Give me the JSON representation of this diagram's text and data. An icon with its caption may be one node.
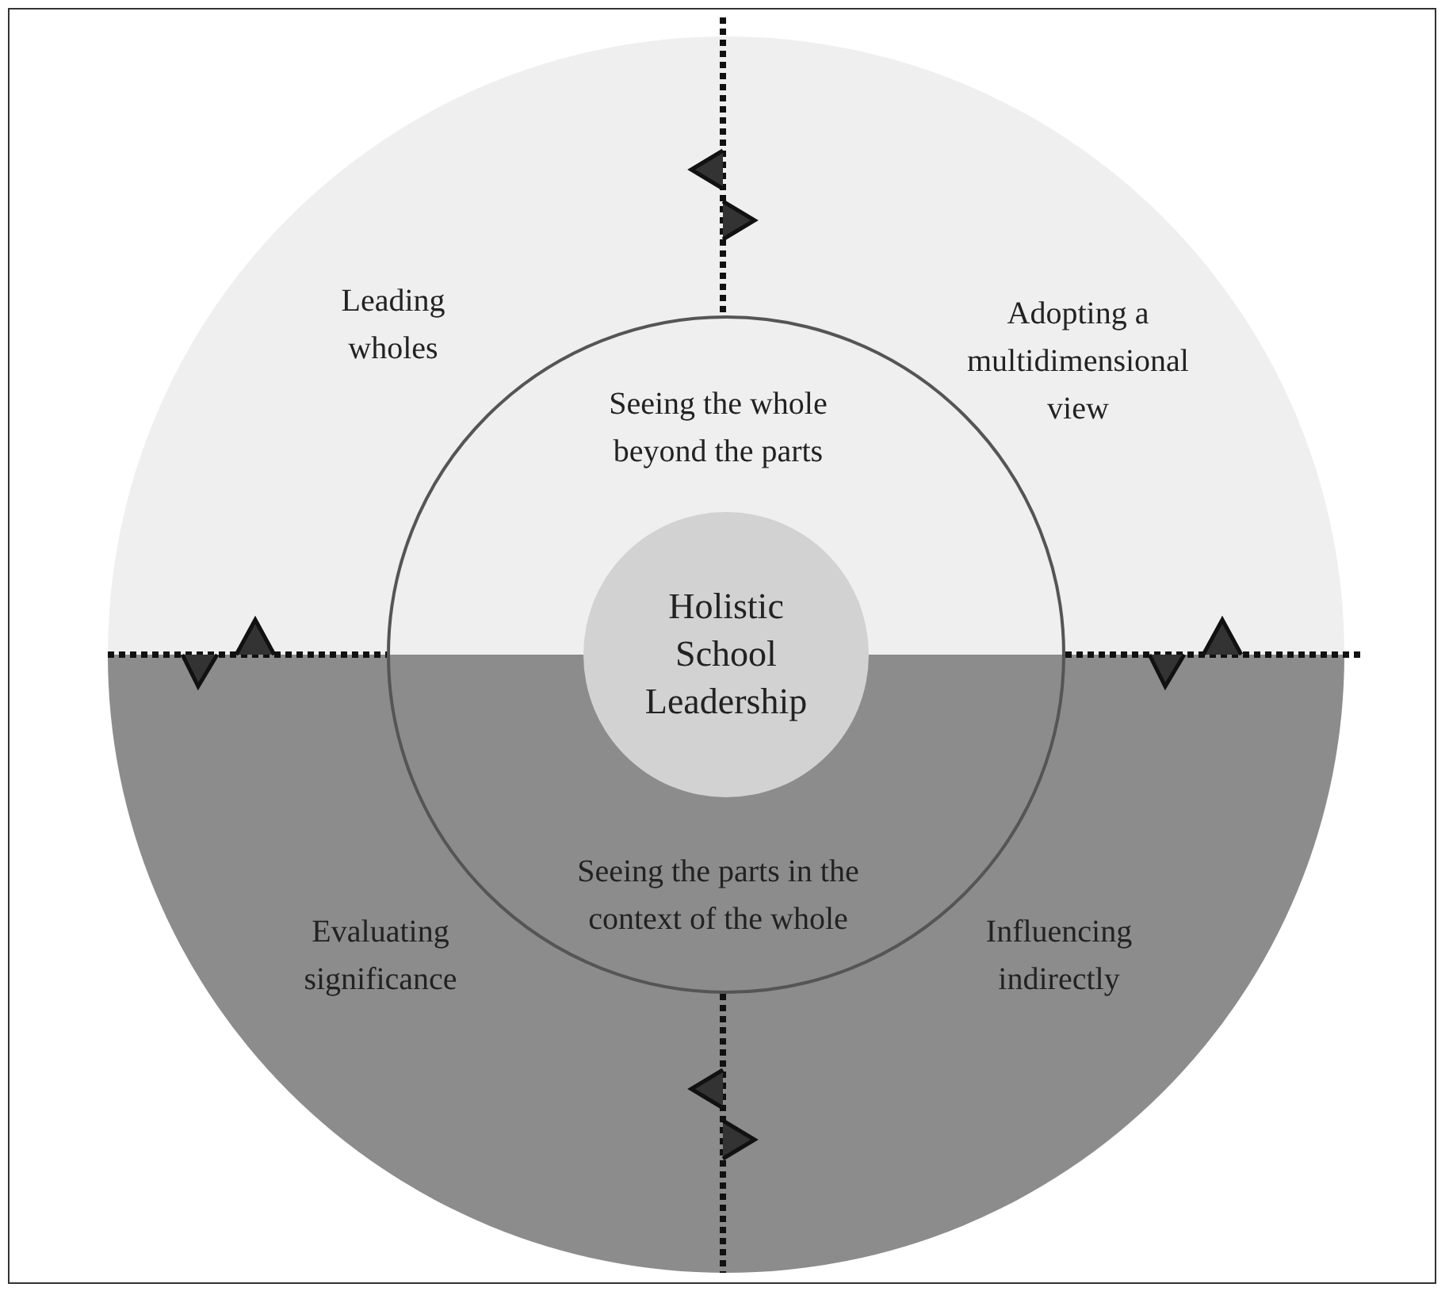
{
  "diagram": {
    "nodes": [
      {
        "text": [],
        "shape": "circle"
      },
      {
        "text": [
          "Seeing the whole beyond the parts",
          "Seeing the parts in the context of the whole"
        ],
        "in": 0
      },
      {
        "text": [
          "Holistic School Leadership"
        ],
        "in": 1
      }
    ],
    "labels": [
      "Leading wholes",
      "Adopting a multidimensional view",
      "Evaluating significance",
      "Influencing indirectly"
    ]
  }
}
